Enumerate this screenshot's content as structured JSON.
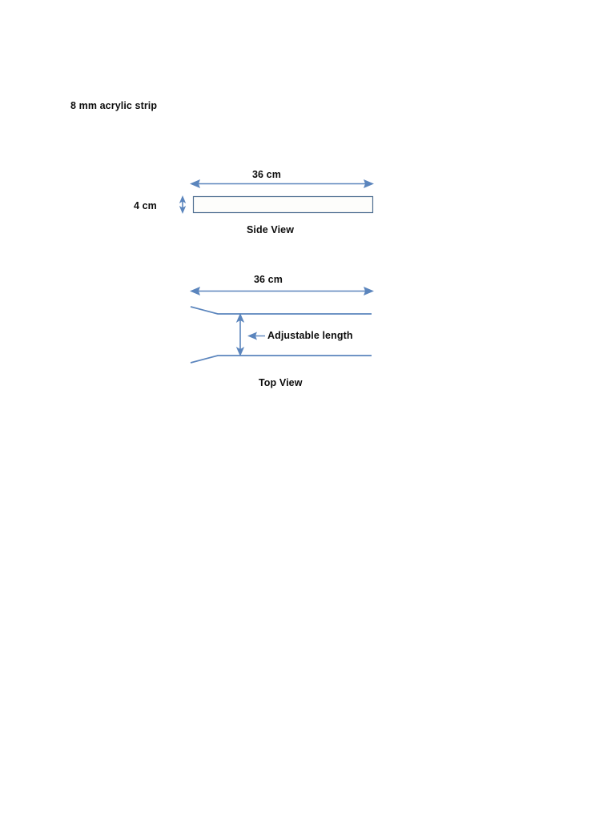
{
  "document": {
    "title_text": "8 mm acrylic strip",
    "background_color": "#ffffff",
    "line_color": "#5b85bd",
    "rect_border_color": "#4f6f92",
    "text_color": "#0d0d0d"
  },
  "side_view": {
    "caption": "Side View",
    "length_label": "36 cm",
    "height_label": "4 cm"
  },
  "top_view": {
    "caption": "Top View",
    "length_label": "36 cm",
    "adjustable_label": "Adjustable length"
  }
}
